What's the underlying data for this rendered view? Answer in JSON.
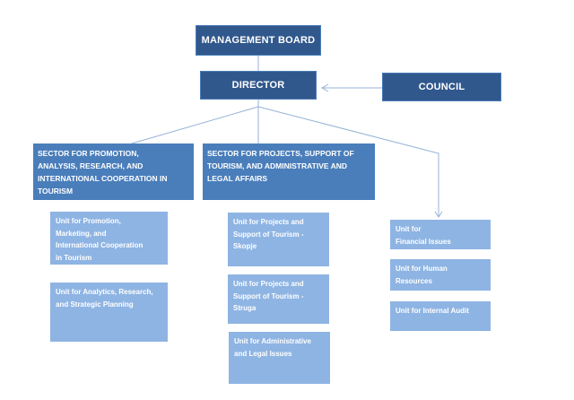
{
  "diagram": {
    "type": "org-chart",
    "colors": {
      "dark_box": "#31588C",
      "dark_box_border": "#4A7CB8",
      "sector_box": "#4A7EBB",
      "unit_box": "#8EB4E3",
      "connector": "#95B3D7",
      "text": "#FFFFFF",
      "background": "#FFFFFF"
    },
    "nodes": {
      "management_board": {
        "label": "MANAGEMENT BOARD"
      },
      "director": {
        "label": "DIRECTOR"
      },
      "council": {
        "label": "COUNCIL"
      },
      "sector_promotion": {
        "label": "SECTOR FOR PROMOTION,\nANALYSIS, RESEARCH, AND\nINTERNATIONAL COOPERATION IN\nTOURISM"
      },
      "sector_projects": {
        "label": "SECTOR FOR PROJECTS, SUPPORT OF\nTOURISM, AND ADMINISTRATIVE AND\nLEGAL AFFAIRS"
      },
      "unit_promotion_marketing": {
        "label": "Unit for Promotion,\nMarketing, and\nInternational Cooperation\nin Tourism"
      },
      "unit_analytics": {
        "label": "Unit for Analytics, Research,\nand Strategic Planning"
      },
      "unit_projects_skopje": {
        "label": "Unit for Projects and\nSupport of Tourism -\nSkopje"
      },
      "unit_projects_struga": {
        "label": "Unit for Projects and\nSupport of Tourism -\nStruga"
      },
      "unit_admin_legal": {
        "label": "Unit for Administrative\nand Legal Issues"
      },
      "unit_financial": {
        "label": "Unit for\nFinancial Issues"
      },
      "unit_hr": {
        "label": "Unit for Human\nResources"
      },
      "unit_internal_audit": {
        "label": "Unit for Internal Audit"
      }
    },
    "edges": [
      {
        "from": "management_board",
        "to": "director",
        "style": "line"
      },
      {
        "from": "council",
        "to": "director",
        "style": "arrow"
      },
      {
        "from": "director",
        "to": "sector_promotion",
        "style": "line"
      },
      {
        "from": "director",
        "to": "sector_projects",
        "style": "line"
      },
      {
        "from": "director",
        "to": "unit_financial",
        "style": "arrow"
      }
    ]
  }
}
